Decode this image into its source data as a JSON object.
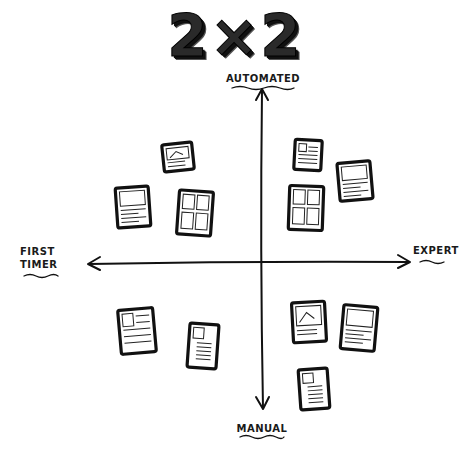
{
  "diagram": {
    "title": "2×2",
    "labels": [
      "AUTOMATED",
      "FIRST TIMER",
      "EXPERT",
      "MANUAL"
    ]
  }
}
